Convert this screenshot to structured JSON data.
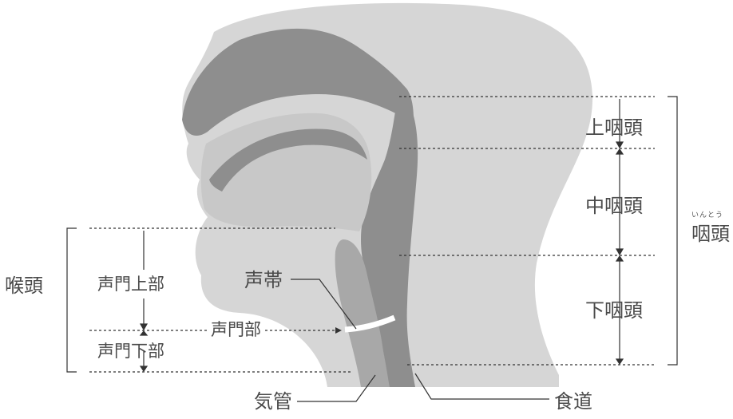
{
  "labels": {
    "upper_pharynx": "上咽頭",
    "middle_pharynx": "中咽頭",
    "lower_pharynx": "下咽頭",
    "pharynx": "咽頭",
    "pharynx_ruby": "いんとう",
    "larynx": "喉頭",
    "supraglottis": "声門上部",
    "glottis": "声門部",
    "subglottis": "声門下部",
    "vocal_cords": "声帯",
    "trachea": "気管",
    "esophagus": "食道"
  },
  "colors": {
    "skin": "#d8d8d8",
    "airway": "#8f8f8f",
    "tissue": "#c9c9c9",
    "line": "#333333",
    "vocal_cord": "#ffffff"
  }
}
